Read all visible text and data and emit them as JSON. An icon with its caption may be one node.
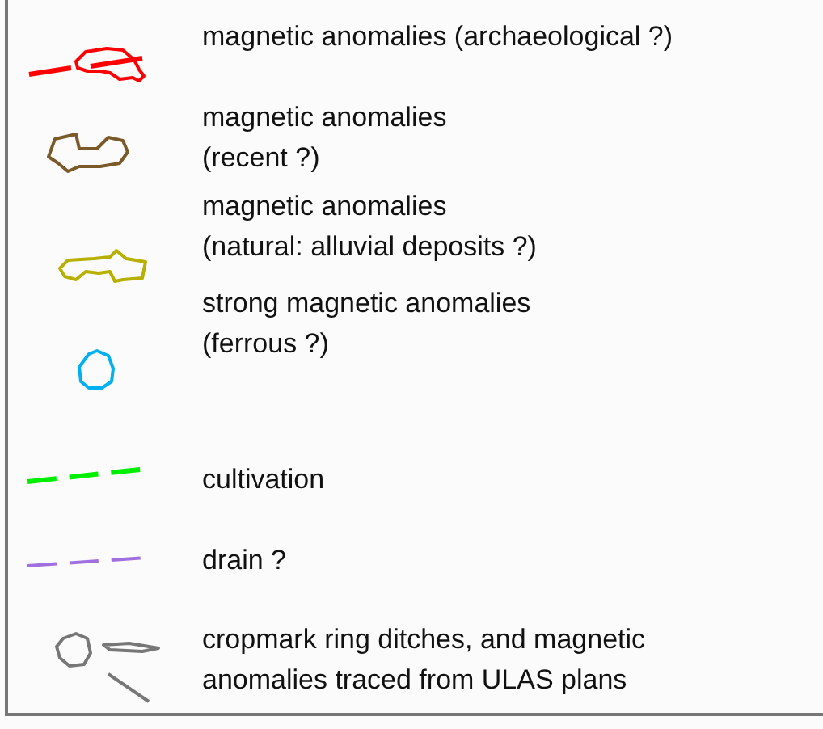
{
  "diagram": {
    "legend": [
      {
        "text": "magnetic anomalies (archaeological ?)"
      },
      {
        "text": "magnetic anomalies (recent ?)"
      },
      {
        "text": "magnetic anomalies (natural:  alluvial deposits ?)"
      },
      {
        "text": "strong magnetic anomalies (ferrous ?)"
      },
      {
        "text": "cultivation"
      },
      {
        "text": "drain ?"
      },
      {
        "text": "cropmark ring ditches, and magnetic anomalies traced from ULAS plans"
      }
    ]
  }
}
